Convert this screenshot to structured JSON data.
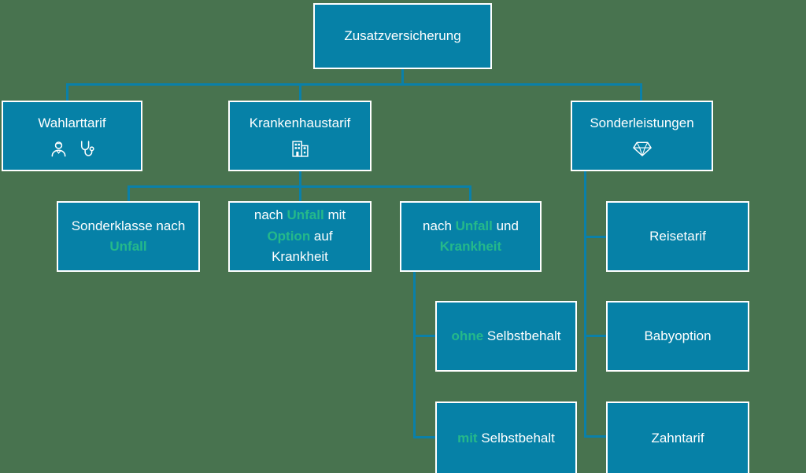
{
  "colors": {
    "background": "#48734f",
    "box_fill": "#0681a7",
    "box_border": "#ffffff",
    "connector": "#0a80a9",
    "text": "#ffffff",
    "accent": "#25b98a"
  },
  "root": {
    "label": "Zusatzversicherung"
  },
  "level2": [
    {
      "label": "Wahlarttarif",
      "icons": [
        "doctor-icon",
        "stethoscope-icon"
      ]
    },
    {
      "label": "Krankenhaustarif",
      "icons": [
        "hospital-icon"
      ]
    },
    {
      "label": "Sonderleistungen",
      "icons": [
        "diamond-icon"
      ]
    }
  ],
  "krankenhaus_children": [
    {
      "segments": [
        {
          "t": "Sonderklasse nach "
        },
        {
          "t": "Unfall",
          "accent": true
        }
      ]
    },
    {
      "segments": [
        {
          "t": "nach "
        },
        {
          "t": "Unfall",
          "accent": true
        },
        {
          "t": " mit "
        },
        {
          "t": "Option",
          "accent": true
        },
        {
          "t": " auf Krankheit"
        }
      ]
    },
    {
      "segments": [
        {
          "t": "nach "
        },
        {
          "t": "Unfall",
          "accent": true
        },
        {
          "t": " und "
        },
        {
          "t": "Krankheit",
          "accent": true
        }
      ]
    }
  ],
  "selbstbehalt_children": [
    {
      "segments": [
        {
          "t": "ohne",
          "accent": true
        },
        {
          "t": " Selbstbehalt"
        }
      ]
    },
    {
      "segments": [
        {
          "t": "mit",
          "accent": true
        },
        {
          "t": " Selbstbehalt"
        }
      ]
    }
  ],
  "sonderleistungen_children": [
    {
      "label": "Reisetarif"
    },
    {
      "label": "Babyoption"
    },
    {
      "label": "Zahntarif"
    }
  ]
}
